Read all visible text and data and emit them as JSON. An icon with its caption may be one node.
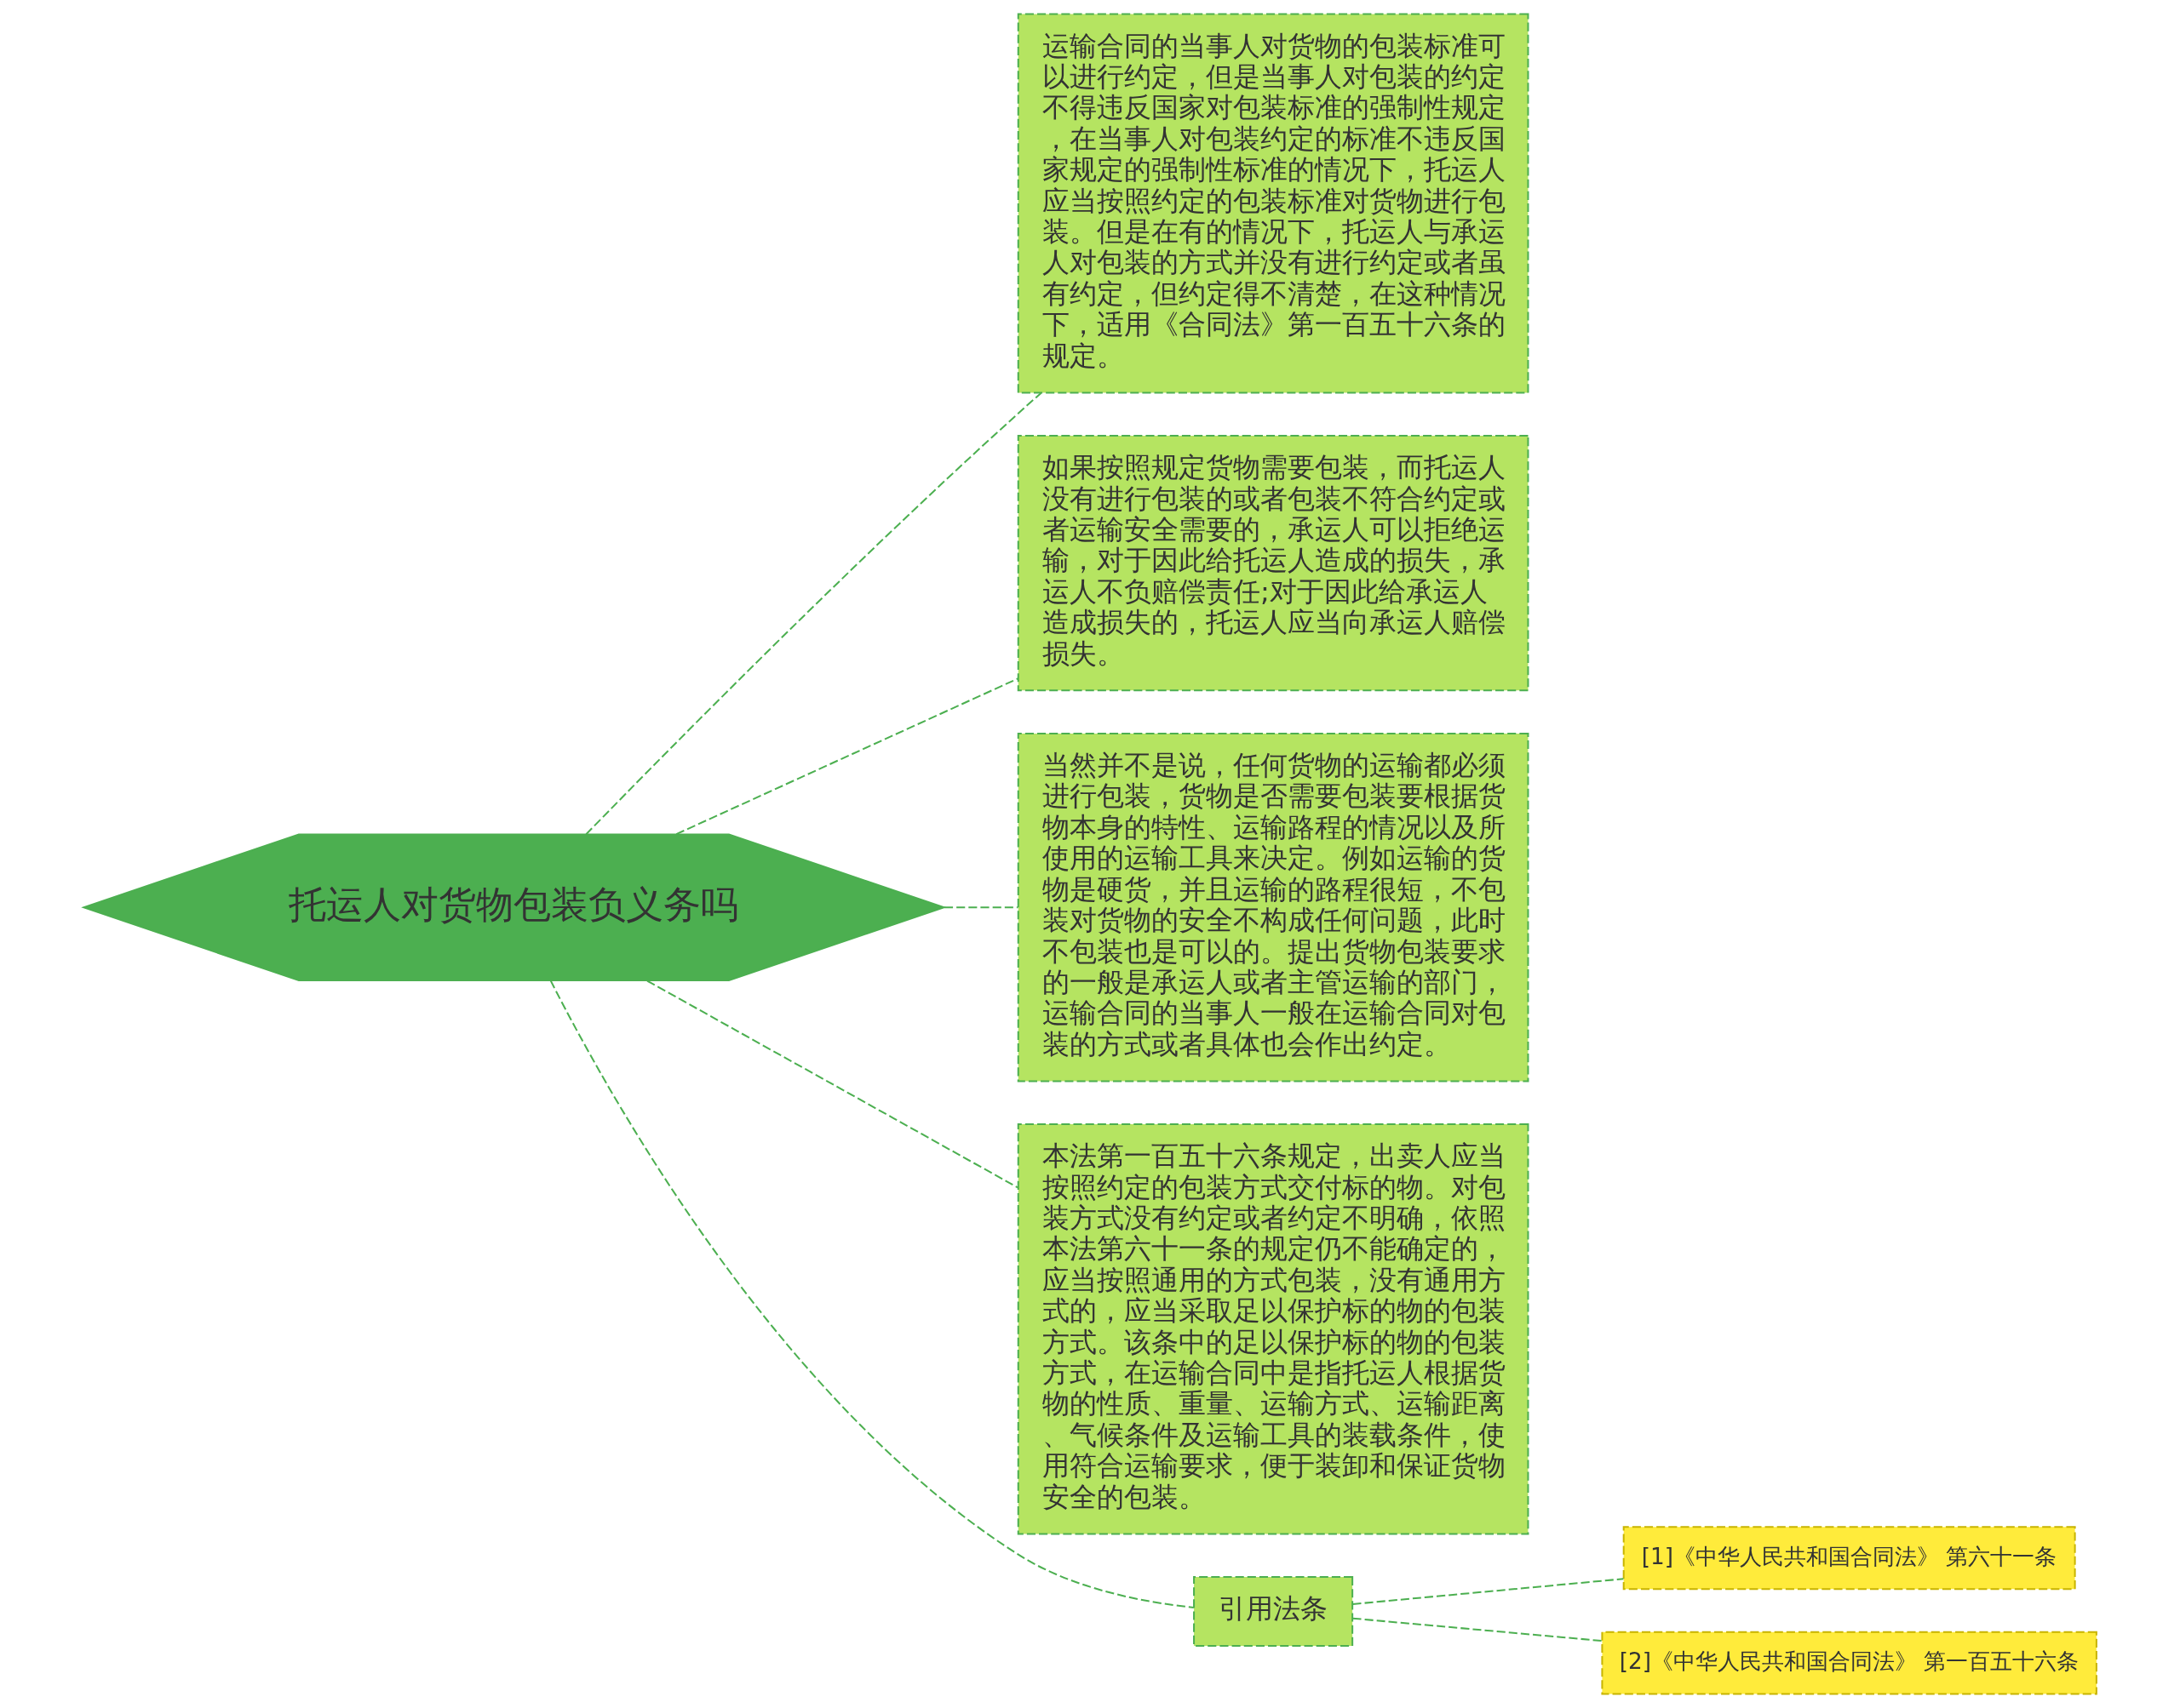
{
  "diagram": {
    "nodes": [
      {
        "text": [
          "托运人对货物包装负义务吗"
        ]
      },
      {
        "text": [
          "运输合同的当事人对货物的包装标准可以进行约定，但是当事人对包装的约定不得违反国家对包装标准的强制性规定，在当事人对包装约定的标准不违反国家规定的强制性标准的情况下，托运人应当按照约定的包装标准对货物进行包装。但是在有的情况下，托运人与承运人对包装的方式并没有进行约定或者虽有约定，但约定得不清楚，在这种情况下，适用《合同法》第一百五十六条的规定。"
        ]
      },
      {
        "text": [
          "如果按照规定货物需要包装，而托运人没有进行包装的或者包装不符合约定或者运输安全需要的，承运人可以拒绝运输，对于因此给托运人造成的损失，承运人不负赔偿责任;对于因此给承运人造成损失的，托运人应当向承运人赔偿损失。"
        ]
      },
      {
        "text": [
          "当然并不是说，任何货物的运输都必须进行包装，货物是否需要包装要根据货物本身的特性、运输路程的情况以及所使用的运输工具来决定。例如运输的货物是硬货，并且运输的路程很短，不包装对货物的安全不构成任何问题，此时不包装也是可以的。提出货物包装要求的一般是承运人或者主管运输的部门，运输合同的当事人一般在运输合同对包装的方式或者具体也会作出约定。"
        ]
      },
      {
        "text": [
          "本法第一百五十六条规定，出卖人应当按照约定的包装方式交付标的物。对包装方式没有约定或者约定不明确，依照本法第六十一条的规定仍不能确定的，应当按照通用的方式包装，没有通用方式的，应当采取足以保护标的物的包装方式。该条中的足以保护标的物的包装方式，在运输合同中是指托运人根据货物的性质、重量、运输方式、运输距离、气候条件及运输工具的装载条件，使用符合运输要求，便于装卸和保证货物安全的包装。"
        ]
      },
      {
        "text": [
          "引用法条"
        ]
      },
      {
        "text": [
          "[1]《中华人民共和国合同法》 第六十一条"
        ]
      },
      {
        "text": [
          "[2]《中华人民共和国合同法》 第一百五十六条"
        ]
      }
    ],
    "edges": [
      {
        "from": 0,
        "to": 1,
        "arrow": "none",
        "style": "dashed"
      },
      {
        "from": 0,
        "to": 2,
        "arrow": "none",
        "style": "dashed"
      },
      {
        "from": 0,
        "to": 3,
        "arrow": "none",
        "style": "dashed"
      },
      {
        "from": 0,
        "to": 4,
        "arrow": "none",
        "style": "dashed"
      },
      {
        "from": 0,
        "to": 5,
        "arrow": "none",
        "style": "dashed"
      },
      {
        "from": 5,
        "to": 6,
        "arrow": "none",
        "style": "dashed"
      },
      {
        "from": 5,
        "to": 7,
        "arrow": "none",
        "style": "dashed"
      }
    ]
  }
}
